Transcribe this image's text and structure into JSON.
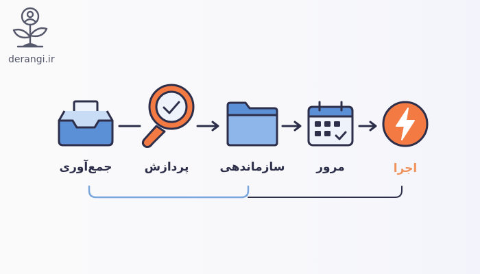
{
  "brand": {
    "site": "derangi.ir"
  },
  "steps": [
    {
      "label": "جمع‌آوری",
      "icon": "inbox-tray-icon"
    },
    {
      "label": "پردازش",
      "icon": "magnifier-check-icon"
    },
    {
      "label": "سازماندهی",
      "icon": "folder-icon"
    },
    {
      "label": "مرور",
      "icon": "calendar-check-icon"
    },
    {
      "label": "اجرا",
      "icon": "lightning-bolt-icon",
      "accent": true
    }
  ],
  "colors": {
    "navy": "#2d2f4a",
    "blue": "#5b8fd6",
    "light_blue": "#a9c8ee",
    "orange": "#f37a43",
    "accent_text": "#f0925a"
  }
}
